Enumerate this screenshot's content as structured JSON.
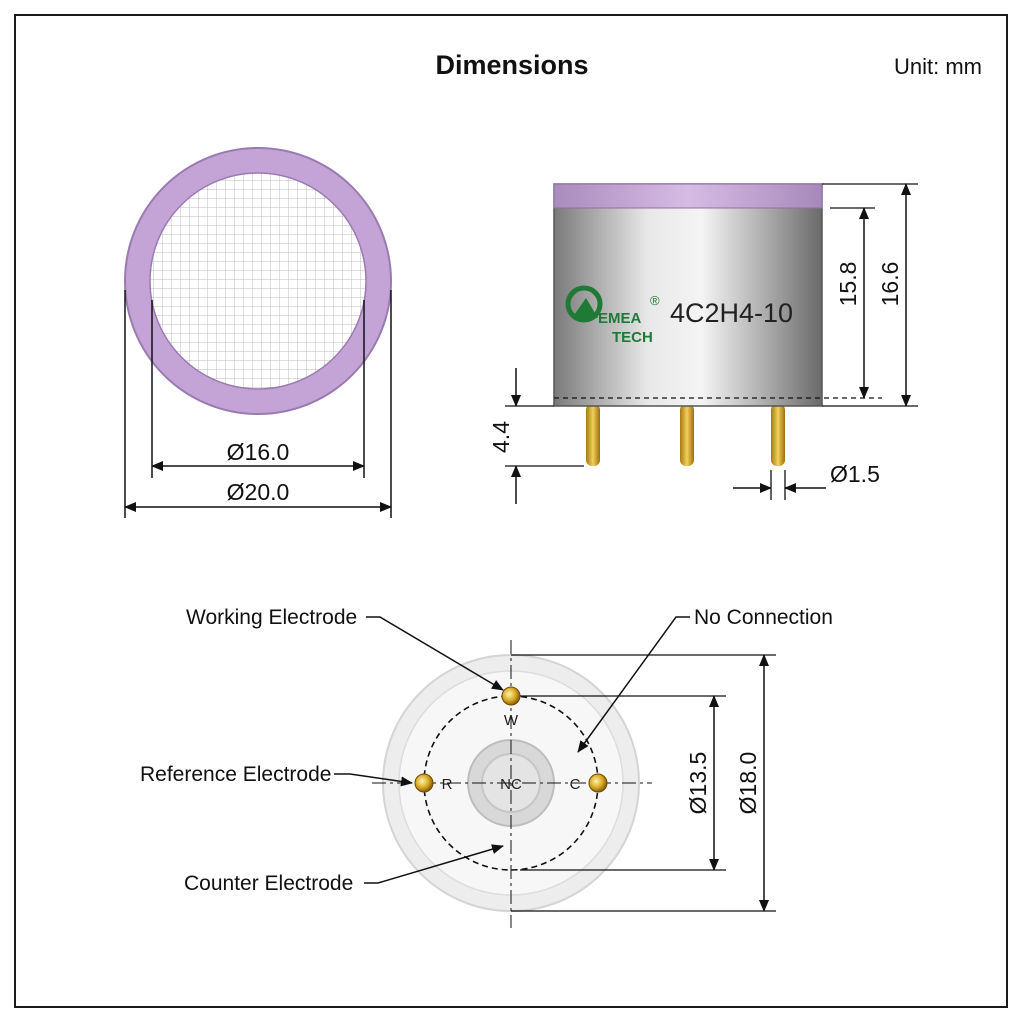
{
  "header": {
    "title": "Dimensions",
    "unit": "Unit: mm"
  },
  "top_view": {
    "inner_diameter": "Ø16.0",
    "outer_diameter": "Ø20.0"
  },
  "side_view": {
    "model": "4C2H4-10",
    "logo_line1": "EMEA",
    "logo_line2": "TECH",
    "logo_mark": "®",
    "height_body": "15.8",
    "height_total": "16.6",
    "pin_length": "4.4",
    "pin_diameter": "Ø1.5"
  },
  "bottom_view": {
    "pin_circle_diameter": "Ø13.5",
    "base_diameter": "Ø18.0",
    "pins": {
      "w": "W",
      "r": "R",
      "c": "C",
      "nc": "NC"
    },
    "callouts": {
      "working": "Working Electrode",
      "reference": "Reference Electrode",
      "counter": "Counter Electrode",
      "no_connection": "No Connection"
    }
  },
  "colors": {
    "ring": "#c4a3d6",
    "pin_gold": "#d9a91f",
    "logo_green": "#1e7a34"
  }
}
